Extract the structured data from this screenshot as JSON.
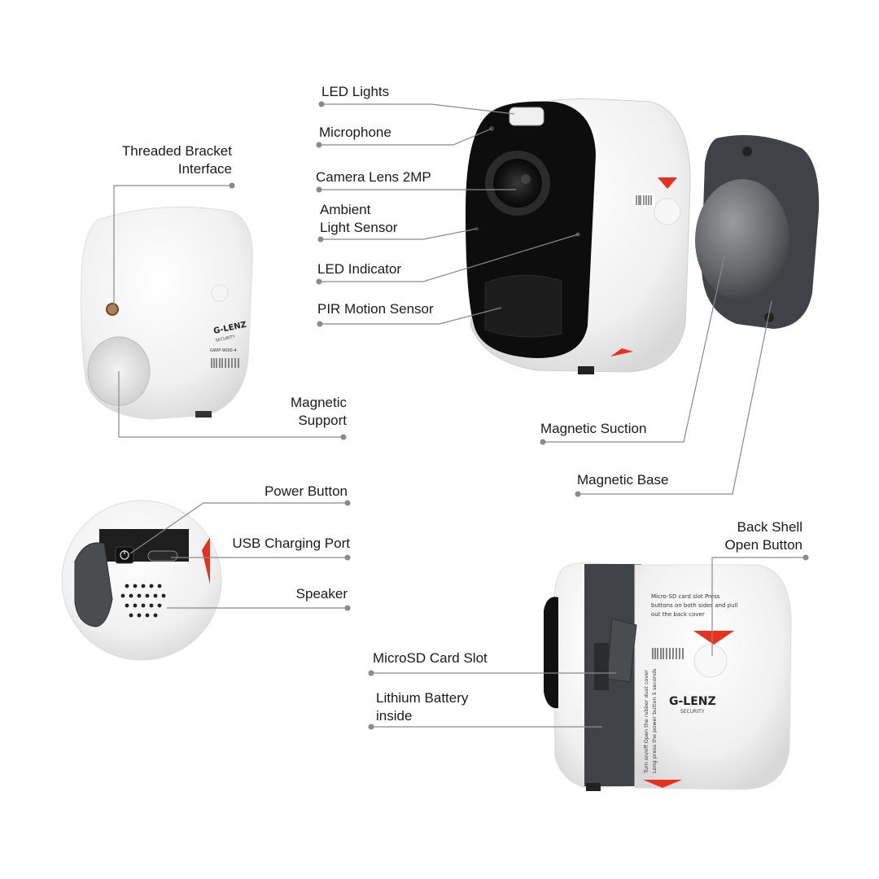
{
  "labels": {
    "led_lights": "LED Lights",
    "microphone": "Microphone",
    "camera_lens": "Camera Lens 2MP",
    "ambient_line1": "Ambient",
    "ambient_line2": "Light Sensor",
    "led_indicator": "LED Indicator",
    "pir_sensor": "PIR Motion Sensor",
    "threaded_line1": "Threaded Bracket",
    "threaded_line2": "Interface",
    "magnetic_support_line1": "Magnetic",
    "magnetic_support_line2": "Support",
    "magnetic_suction": "Magnetic Suction",
    "magnetic_base": "Magnetic Base",
    "power_button": "Power Button",
    "usb_port": "USB Charging Port",
    "speaker": "Speaker",
    "back_shell_line1": "Back Shell",
    "back_shell_line2": "Open Button",
    "microsd_slot": "MicroSD Card Slot",
    "battery_line1": "Lithium Battery",
    "battery_line2": "inside"
  },
  "product_print": {
    "brand": "G-LENZ",
    "brand_sub": "SECURITY",
    "model_code": "GWIP-9000-4",
    "microsd_note_line1": "Micro-SD card slot  Press",
    "microsd_note_line2": "buttons on both sides  and pull",
    "microsd_note_line3": "out the back cover",
    "turn_on_note_line1": "Turn on/off  Open the rubber dust cover",
    "turn_on_note_line2": "Long press the power button 5 seconds"
  },
  "colors": {
    "callout_line": "#8a8a8a",
    "callout_dot": "#8a8a8a",
    "device_white": "#f2f2f2",
    "device_black": "#111111",
    "base_gray": "#3f4347",
    "arrow_red": "#e8301e"
  }
}
